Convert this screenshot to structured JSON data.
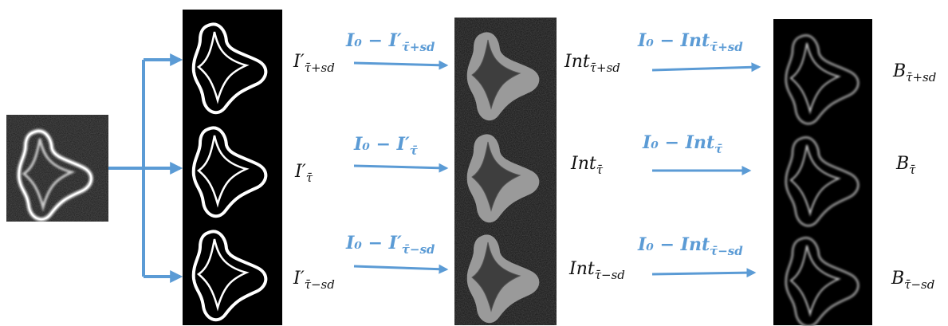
{
  "colors": {
    "arrow": "#5b9bd5",
    "label_black": "#111111",
    "label_blue": "#5b9bd5",
    "panel_bg": "#000000"
  },
  "input_image": {
    "icon": "noisy-curved-star-shape-with-double-contour"
  },
  "binary_panels": [
    {
      "label_main": "I′",
      "label_sub": "τ̄+sd"
    },
    {
      "label_main": "I′",
      "label_sub": "τ̄"
    },
    {
      "label_main": "I′",
      "label_sub": "τ̄−sd"
    }
  ],
  "interior_panels": [
    {
      "label_main": "Int",
      "label_sub": "τ̄+sd"
    },
    {
      "label_main": "Int",
      "label_sub": "τ̄"
    },
    {
      "label_main": "Int",
      "label_sub": "τ̄−sd"
    }
  ],
  "boundary_panels": [
    {
      "label_main": "B",
      "label_sub": "τ̄+sd"
    },
    {
      "label_main": "B",
      "label_sub": "τ̄"
    },
    {
      "label_main": "B",
      "label_sub": "τ̄−sd"
    }
  ],
  "ops_first": [
    {
      "main": "I₀ − I′",
      "sub": "τ̄+sd"
    },
    {
      "main": "I₀ − I′",
      "sub": "τ̄"
    },
    {
      "main": "I₀ − I′",
      "sub": "τ̄−sd"
    }
  ],
  "ops_second": [
    {
      "main": "I₀ − Int",
      "sub": "τ̄+sd"
    },
    {
      "main": "I₀ − Int",
      "sub": "τ̄"
    },
    {
      "main": "I₀ − Int",
      "sub": "τ̄−sd"
    }
  ]
}
